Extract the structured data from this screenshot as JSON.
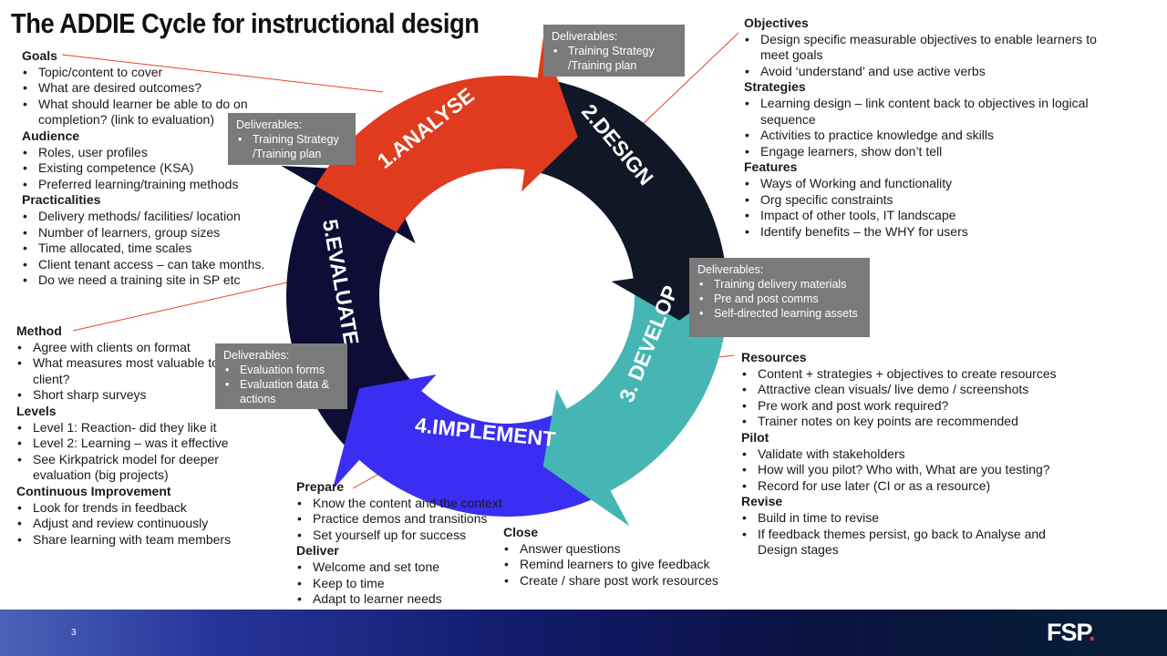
{
  "title": "The ADDIE Cycle for instructional design",
  "stages": [
    {
      "label": "1.ANALYSE",
      "color": "#e03b1e"
    },
    {
      "label": "2.DESIGN",
      "color": "#101726"
    },
    {
      "label": "3. DEVELOP",
      "color": "#45b6b4"
    },
    {
      "label": "4.IMPLEMENT",
      "color": "#3a2ef2"
    },
    {
      "label": "5.EVALUATE",
      "color": "#0d0d35"
    }
  ],
  "deliverables": {
    "analyse": {
      "title": "Deliverables:",
      "items": [
        "Training Strategy /Training plan"
      ]
    },
    "design": {
      "title": "Deliverables:",
      "items": [
        "Training Strategy /Training plan"
      ]
    },
    "develop": {
      "title": "Deliverables:",
      "items": [
        "Training delivery materials",
        "Pre and post comms",
        "Self-directed learning assets"
      ]
    },
    "evaluate": {
      "title": "Deliverables:",
      "items": [
        "Evaluation forms",
        "Evaluation data & actions"
      ]
    }
  },
  "analyse_notes": [
    {
      "heading": "Goals",
      "items": [
        "Topic/content to cover",
        "What are desired outcomes?",
        "What should learner be able to do on completion? (link to evaluation)"
      ]
    },
    {
      "heading": "Audience",
      "items": [
        "Roles, user profiles",
        "Existing competence (KSA)",
        "Preferred learning/training methods"
      ]
    },
    {
      "heading": "Practicalities",
      "items": [
        "Delivery methods/ facilities/ location",
        "Number of learners, group sizes",
        "Time allocated, time scales",
        "Client tenant access – can take months.",
        "Do we need a training site in SP etc"
      ]
    }
  ],
  "evaluate_notes": [
    {
      "heading": "Method",
      "items": [
        "Agree with clients on format",
        "What measures most valuable to client?",
        "Short sharp surveys"
      ]
    },
    {
      "heading": "Levels",
      "items": [
        "Level 1: Reaction- did they like it",
        "Level 2: Learning – was it effective",
        "See Kirkpatrick model for deeper evaluation (big projects)"
      ]
    },
    {
      "heading": "Continuous Improvement",
      "items": [
        "Look for trends in feedback",
        "Adjust and review continuously",
        "Share learning with team members"
      ]
    }
  ],
  "design_notes": [
    {
      "heading": "Objectives",
      "items": [
        "Design specific measurable objectives to enable learners to meet goals",
        "Avoid ‘understand’ and use active verbs"
      ]
    },
    {
      "heading": "Strategies",
      "items": [
        "Learning design – link content back to objectives in logical sequence",
        "Activities to practice knowledge and skills",
        "Engage learners, show don’t tell"
      ]
    },
    {
      "heading": "Features",
      "items": [
        "Ways of Working and functionality",
        "Org specific constraints",
        "Impact of other tools, IT landscape",
        "Identify benefits – the WHY for users"
      ]
    }
  ],
  "develop_notes": [
    {
      "heading": "Resources",
      "items": [
        "Content + strategies + objectives to create resources",
        "Attractive clean visuals/ live demo / screenshots",
        "Pre work and post work required?",
        "Trainer notes on key points are recommended"
      ]
    },
    {
      "heading": "Pilot",
      "items": [
        "Validate with stakeholders",
        "How will you pilot? Who with, What are you testing?",
        "Record for use later (CI or as a resource)"
      ]
    },
    {
      "heading": "Revise",
      "items": [
        "Build in time to revise",
        "If feedback themes persist, go back to Analyse and Design stages"
      ]
    }
  ],
  "implement_notes": [
    {
      "heading": "Prepare",
      "items": [
        "Know the content and the context",
        "Practice demos and transitions",
        "Set yourself up for success"
      ]
    },
    {
      "heading": "Deliver",
      "items": [
        "Welcome and set tone",
        "Keep to time",
        "Adapt to learner needs"
      ]
    }
  ],
  "close_notes": [
    {
      "heading": "Close",
      "items": [
        "Answer questions",
        "Remind learners to give feedback",
        "Create / share post work resources"
      ]
    }
  ],
  "footer": {
    "page_number": "3",
    "logo_text": "FSP",
    "logo_dot": "."
  }
}
